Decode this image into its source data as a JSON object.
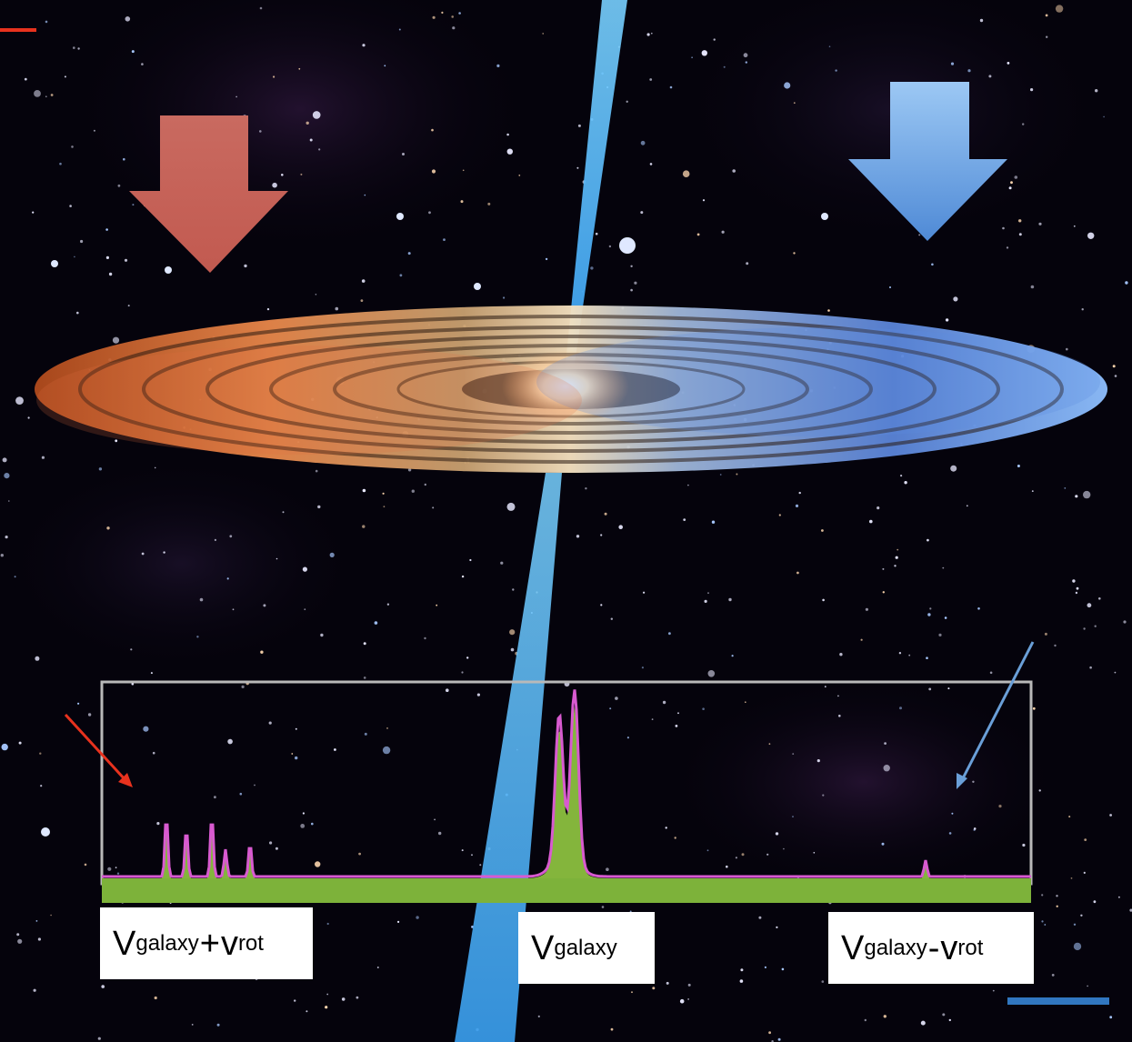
{
  "labels": {
    "left": {
      "main": "V",
      "sub1": "galaxy",
      "op": "+",
      "main2": "v",
      "sub2": "rot"
    },
    "center": {
      "main": "V",
      "sub1": "galaxy"
    },
    "right": {
      "main": "V",
      "sub1": "galaxy",
      "op": "-",
      "main2": "v",
      "sub2": "rot"
    }
  },
  "colors": {
    "sky": "#05030c",
    "redshift_arrow": "#c8645a",
    "blueshift_arrow": "#6aa8e6",
    "jet": "#4fb8ff",
    "spectrum_fill": "#7db23a",
    "spectrum_line": "#d85ad0",
    "pointer_red": "#e8321e",
    "pointer_blue": "#6a9fd8",
    "frame": "#b9b9b9"
  },
  "icons": [
    "down-arrow-red-icon",
    "down-arrow-blue-icon",
    "pointer-arrow-red-icon",
    "pointer-arrow-blue-icon"
  ]
}
